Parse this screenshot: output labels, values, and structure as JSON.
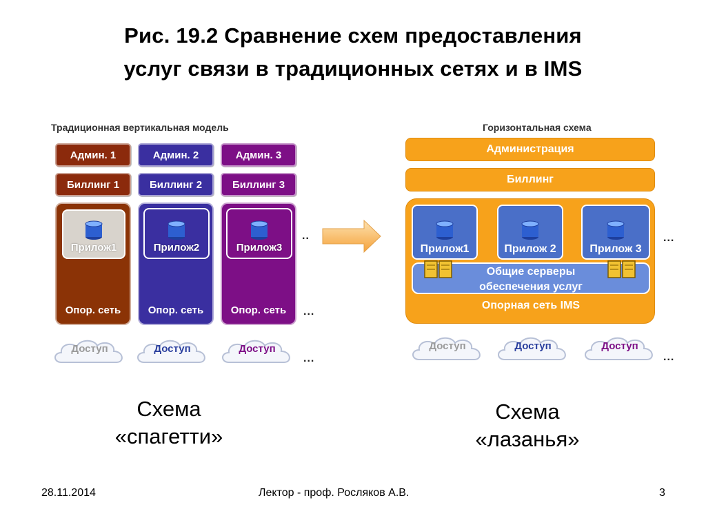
{
  "slide": {
    "title_line1": "Рис. 19.2 Сравнение схем предоставления",
    "title_line2": "услуг связи в традиционных сетях и в IMS"
  },
  "left": {
    "header": "Традиционная вертикальная модель",
    "columns": [
      {
        "admin": "Админ. 1",
        "billing": "Биллинг 1",
        "app": "Прилож1",
        "core": "Опор. сеть",
        "access": "Доступ",
        "color": "#8b3306",
        "admin_color": "#8b2a0c"
      },
      {
        "admin": "Админ. 2",
        "billing": "Биллинг 2",
        "app": "Прилож2",
        "core": "Опор. сеть",
        "access": "Доступ",
        "color": "#3a2fa0",
        "admin_color": "#3a2fa0"
      },
      {
        "admin": "Админ. 3",
        "billing": "Биллинг 3",
        "app": "Прилож3",
        "core": "Опор. сеть",
        "access": "Доступ",
        "color": "#7d0f86",
        "admin_color": "#7d0f86"
      }
    ],
    "dots": "..",
    "dots_core": "...",
    "dots_access": "..."
  },
  "right": {
    "header": "Горизонтальная схема",
    "admin": "Администрация",
    "billing": "Биллинг",
    "apps": [
      "Прилож1",
      "Прилож 2",
      "Прилож 3"
    ],
    "servers_line1": "Общие серверы",
    "servers_line2": "обеспечения услуг",
    "core": "Опорная сеть IMS",
    "access": [
      "Доступ",
      "Доступ",
      "Доступ"
    ],
    "dots_apps": "...",
    "dots_access": "..."
  },
  "captions": {
    "left_line1": "Схема",
    "left_line2": "«спагетти»",
    "right_line1": "Схема",
    "right_line2": "«лазанья»"
  },
  "footer": {
    "date": "28.11.2014",
    "lecturer": "Лектор - проф. Росляков А.В.",
    "page": "3"
  }
}
